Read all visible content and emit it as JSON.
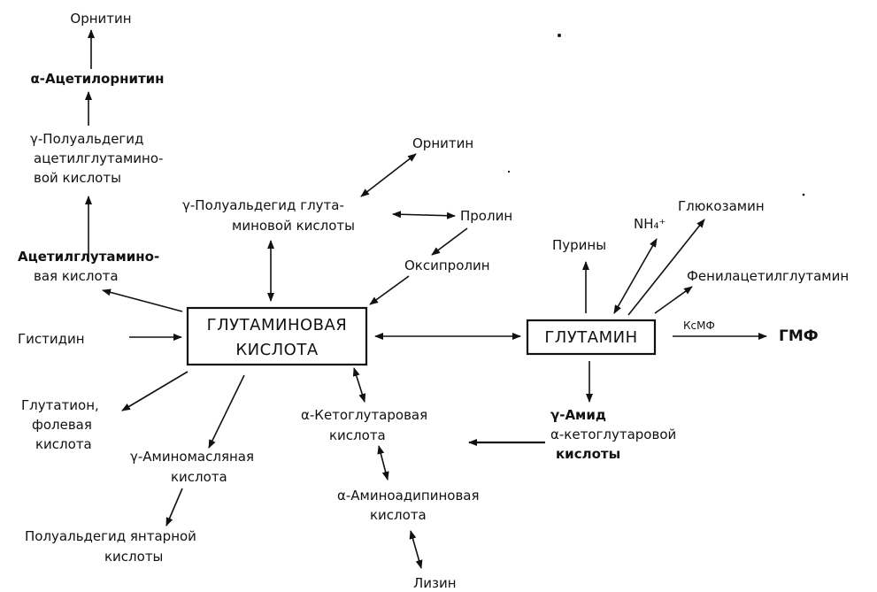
{
  "nodes": {
    "ornithine_top": [
      "Орнитин"
    ],
    "acetylornithine": [
      "α-Ацетилорнитин"
    ],
    "acetylglutamic_semialdehyde": [
      "γ-Полуальдегид",
      "ацетилглутамино-",
      "вой кислоты"
    ],
    "acetylglutamic_acid": [
      "Ацетилглутамино-",
      "вая кислота"
    ],
    "histidine": [
      "Гистидин"
    ],
    "glutathione": [
      "Глутатион,",
      "фолевая",
      "кислота"
    ],
    "gaba": [
      "γ-Аминомасляная",
      "кислота"
    ],
    "succinic_semialdehyde": [
      "Полуальдегид янтарной",
      "кислоты"
    ],
    "glutamic_semialdehyde": [
      "γ-Полуальдегид глута-",
      "миновой кислоты"
    ],
    "ornithine_mid": [
      "Орнитин"
    ],
    "proline": [
      "Пролин"
    ],
    "hydroxyproline": [
      "Оксипролин"
    ],
    "ketoglutarate": [
      "α-Кетоглутаровая",
      "кислота"
    ],
    "aminoadipic": [
      "α-Аминоадипиновая",
      "кислота"
    ],
    "lysine": [
      "Лизин"
    ],
    "purines": [
      "Пурины"
    ],
    "ammonium": [
      "NH₄⁺"
    ],
    "glucosamine": [
      "Глюкозамин"
    ],
    "phenylacetylglutamine": [
      "Фенилацетилглутамин"
    ],
    "gmp": [
      "ГМФ"
    ],
    "xmp_label": [
      "КсМФ"
    ],
    "ketoglutaramate": [
      "γ-Амид",
      "α-кетоглутаровой",
      "кислоты"
    ],
    "glutamic_acid_box": [
      "ГЛУТАМИНОВАЯ",
      "КИСЛОТА"
    ],
    "glutamine_box": [
      "ГЛУТАМИН"
    ]
  }
}
